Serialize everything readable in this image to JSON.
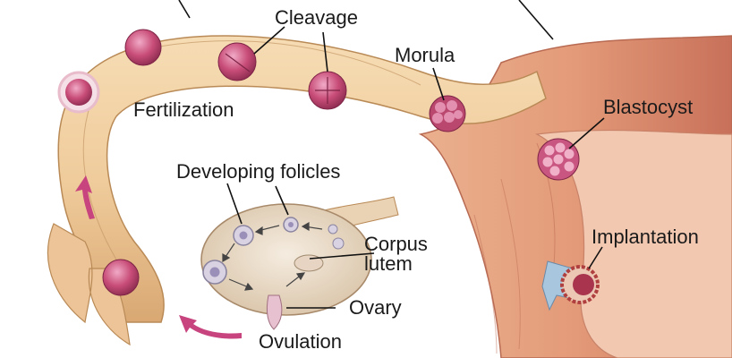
{
  "diagram": {
    "labels": {
      "cleavage": "Cleavage",
      "morula": "Morula",
      "fertilization": "Fertilization",
      "blastocyst": "Blastocyst",
      "developing_follicles": "Developing folicles",
      "corpus_luteum": "Corpus\nlutem",
      "implantation": "Implantation",
      "ovary": "Ovary",
      "ovulation": "Ovulation"
    },
    "colors": {
      "tube_fill": "#f0cc9c",
      "tube_shade": "#d9a873",
      "uterus_fill": "#e7a07e",
      "uterus_shade": "#c8705a",
      "embryo": "#c84d78",
      "embryo_light": "#e892b2",
      "arrow": "#c8447e",
      "ovary_fill": "#eadcc8",
      "leader": "#111111"
    }
  }
}
